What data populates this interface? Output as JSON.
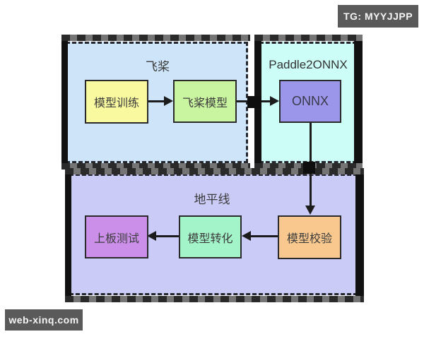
{
  "badge": {
    "label": "TG: MYYJJPP"
  },
  "watermark": {
    "label": "web-xinq.com"
  },
  "diagram": {
    "type": "flowchart",
    "panels": [
      {
        "id": "paddle",
        "title": "飞桨",
        "fill": "#cde4f9"
      },
      {
        "id": "paddle2onnx",
        "title": "Paddle2ONNX",
        "fill": "#ccfdf7"
      },
      {
        "id": "horizon",
        "title": "地平线",
        "fill": "#cbcbf7"
      }
    ],
    "nodes": [
      {
        "id": "train",
        "label": "模型训练",
        "fill": "#f9f9a0",
        "panel": "飞桨"
      },
      {
        "id": "paddle-model",
        "label": "飞桨模型",
        "fill": "#c9f4a0",
        "panel": "飞桨"
      },
      {
        "id": "onnx",
        "label": "ONNX",
        "fill": "#9b96e9",
        "panel": "Paddle2ONNX"
      },
      {
        "id": "check",
        "label": "模型校验",
        "fill": "#f8c88e",
        "panel": "地平线"
      },
      {
        "id": "convert",
        "label": "模型转化",
        "fill": "#a3f4c9",
        "panel": "地平线"
      },
      {
        "id": "board-test",
        "label": "上板测试",
        "fill": "#cb8fe9",
        "panel": "地平线"
      }
    ],
    "edges": [
      {
        "from": "模型训练",
        "to": "飞桨模型"
      },
      {
        "from": "飞桨模型",
        "to": "ONNX"
      },
      {
        "from": "ONNX",
        "to": "模型校验"
      },
      {
        "from": "模型校验",
        "to": "模型转化"
      },
      {
        "from": "模型转化",
        "to": "上板测试"
      }
    ],
    "colors": {
      "panel_border": "#26262e",
      "node_border": "#2a2a2a",
      "arrow": "#1c1c1c",
      "tag_background": "#5a5a5a",
      "tag_text": "#f5f5f5"
    }
  }
}
